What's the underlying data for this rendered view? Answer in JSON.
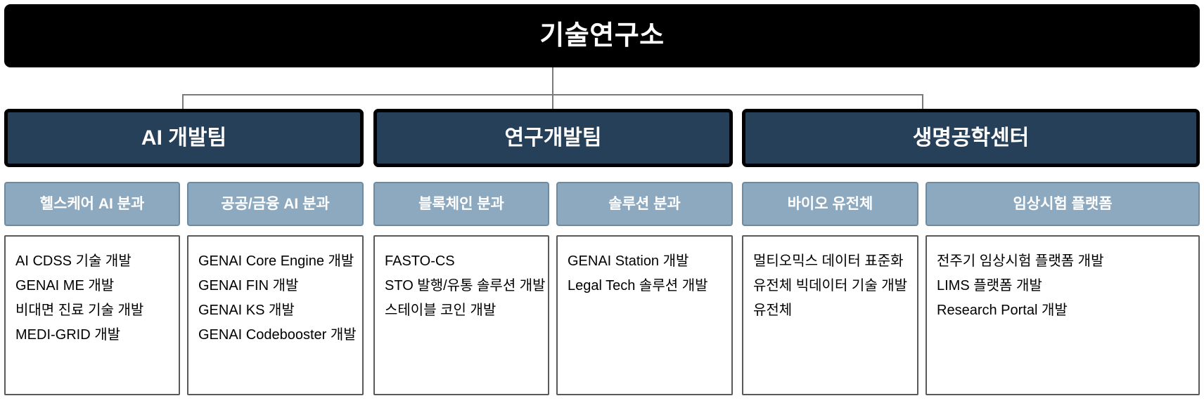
{
  "org": {
    "root": {
      "title": "기술연구소"
    },
    "divisions": [
      {
        "name": "AI 개발팀"
      },
      {
        "name": "연구개발팀"
      },
      {
        "name": "생명공학센터"
      }
    ],
    "subteams": [
      {
        "name": "헬스케어 AI 분과",
        "items": [
          "AI CDSS 기술 개발",
          "GENAI ME 개발",
          "비대면 진료 기술 개발",
          "MEDI-GRID 개발"
        ]
      },
      {
        "name": "공공/금융 AI 분과",
        "items": [
          "GENAI Core Engine 개발",
          "GENAI FIN 개발",
          "GENAI KS 개발",
          "GENAI Codebooster 개발"
        ]
      },
      {
        "name": "블록체인 분과",
        "items": [
          "FASTO-CS",
          "STO 발행/유통 솔루션 개발",
          "스테이블 코인 개발"
        ]
      },
      {
        "name": "솔루션 분과",
        "items": [
          "GENAI Station 개발",
          "Legal Tech 솔루션 개발"
        ]
      },
      {
        "name": "바이오 유전체",
        "items": [
          "멀티오믹스 데이터 표준화",
          "유전체 빅데이터 기술 개발",
          "유전체"
        ]
      },
      {
        "name": "임상시험 플랫폼",
        "items": [
          "전주기 임상시험 플랫폼 개발",
          "LIMS 플랫폼 개발",
          "Research Portal 개발"
        ]
      }
    ]
  },
  "colors": {
    "root_bg": "#000000",
    "division_bg": "#27405a",
    "division_border": "#000000",
    "subteam_header_bg": "#8da9bf",
    "subteam_header_border": "#6e8aa0",
    "body_border": "#595959",
    "connector": "#7a7a7a",
    "text_light": "#ffffff",
    "text_dark": "#000000"
  }
}
